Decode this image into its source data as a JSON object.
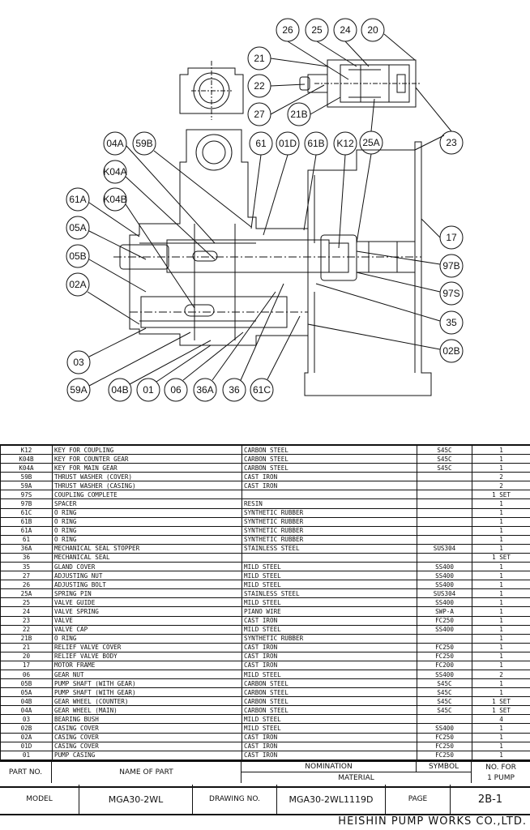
{
  "balloons_top": [
    "26",
    "25",
    "24",
    "20",
    "21",
    "22",
    "27",
    "21B",
    "25A",
    "23"
  ],
  "balloons_main": [
    "04A",
    "59B",
    "K04A",
    "K04B",
    "61A",
    "05A",
    "05B",
    "02A",
    "03",
    "59A",
    "04B",
    "01",
    "06",
    "36A",
    "36",
    "61C",
    "61",
    "01D",
    "61B",
    "K12",
    "25A",
    "23",
    "17",
    "97B",
    "97S",
    "35",
    "02B"
  ],
  "parts": [
    {
      "no": "K12",
      "name": "KEY FOR COUPLING",
      "material": "CARBON STEEL",
      "symbol": "S45C",
      "qty": "1"
    },
    {
      "no": "K04B",
      "name": "KEY FOR COUNTER GEAR",
      "material": "CARBON STEEL",
      "symbol": "S45C",
      "qty": "1"
    },
    {
      "no": "K04A",
      "name": "KEY FOR MAIN GEAR",
      "material": "CARBON STEEL",
      "symbol": "S45C",
      "qty": "1"
    },
    {
      "no": "59B",
      "name": "THRUST WASHER  (COVER)",
      "material": "CAST IRON",
      "symbol": "",
      "qty": "2"
    },
    {
      "no": "59A",
      "name": "THRUST WASHER  (CASING)",
      "material": "CAST IRON",
      "symbol": "",
      "qty": "2"
    },
    {
      "no": "97S",
      "name": "COUPLING COMPLETE",
      "material": "",
      "symbol": "",
      "qty": "1 SET"
    },
    {
      "no": "97B",
      "name": "SPACER",
      "material": "RESIN",
      "symbol": "",
      "qty": "1"
    },
    {
      "no": "61C",
      "name": "O RING",
      "material": "SYNTHETIC RUBBER",
      "symbol": "",
      "qty": "1"
    },
    {
      "no": "61B",
      "name": "O RING",
      "material": "SYNTHETIC RUBBER",
      "symbol": "",
      "qty": "1"
    },
    {
      "no": "61A",
      "name": "O RING",
      "material": "SYNTHETIC RUBBER",
      "symbol": "",
      "qty": "1"
    },
    {
      "no": "61",
      "name": "O RING",
      "material": "SYNTHETIC RUBBER",
      "symbol": "",
      "qty": "1"
    },
    {
      "no": "36A",
      "name": "MECHANICAL SEAL STOPPER",
      "material": "STAINLESS STEEL",
      "symbol": "SUS304",
      "qty": "1"
    },
    {
      "no": "36",
      "name": "MECHANICAL SEAL",
      "material": "",
      "symbol": "",
      "qty": "1 SET"
    },
    {
      "no": "35",
      "name": "GLAND COVER",
      "material": "MILD STEEL",
      "symbol": "SS400",
      "qty": "1"
    },
    {
      "no": "27",
      "name": "ADJUSTING NUT",
      "material": "MILD STEEL",
      "symbol": "SS400",
      "qty": "1"
    },
    {
      "no": "26",
      "name": "ADJUSTING BOLT",
      "material": "MILD STEEL",
      "symbol": "SS400",
      "qty": "1"
    },
    {
      "no": "25A",
      "name": "SPRING PIN",
      "material": "STAINLESS STEEL",
      "symbol": "SUS304",
      "qty": "1"
    },
    {
      "no": "25",
      "name": "VALVE GUIDE",
      "material": "MILD STEEL",
      "symbol": "SS400",
      "qty": "1"
    },
    {
      "no": "24",
      "name": "VALVE SPRING",
      "material": "PIANO WIRE",
      "symbol": "SWP-A",
      "qty": "1"
    },
    {
      "no": "23",
      "name": "VALVE",
      "material": "CAST IRON",
      "symbol": "FC250",
      "qty": "1"
    },
    {
      "no": "22",
      "name": "VALVE CAP",
      "material": "MILD STEEL",
      "symbol": "SS400",
      "qty": "1"
    },
    {
      "no": "21B",
      "name": "O RING",
      "material": "SYNTHETIC RUBBER",
      "symbol": "",
      "qty": "1"
    },
    {
      "no": "21",
      "name": "RELIEF VALVE COVER",
      "material": "CAST IRON",
      "symbol": "FC250",
      "qty": "1"
    },
    {
      "no": "20",
      "name": "RELIEF VALVE BODY",
      "material": "CAST IRON",
      "symbol": "FC250",
      "qty": "1"
    },
    {
      "no": "17",
      "name": "MOTOR FRAME",
      "material": "CAST IRON",
      "symbol": "FC200",
      "qty": "1"
    },
    {
      "no": "06",
      "name": "GEAR NUT",
      "material": "MILD STEEL",
      "symbol": "SS400",
      "qty": "2"
    },
    {
      "no": "05B",
      "name": "PUMP SHAFT (WITH GEAR)",
      "material": "CARBON STEEL",
      "symbol": "S45C",
      "qty": "1"
    },
    {
      "no": "05A",
      "name": "PUMP SHAFT (WITH GEAR)",
      "material": "CARBON STEEL",
      "symbol": "S45C",
      "qty": "1"
    },
    {
      "no": "04B",
      "name": "GEAR WHEEL (COUNTER)",
      "material": "CARBON STEEL",
      "symbol": "S45C",
      "qty": "1 SET"
    },
    {
      "no": "04A",
      "name": "GEAR WHEEL (MAIN)",
      "material": "CARBON STEEL",
      "symbol": "S45C",
      "qty": "1 SET"
    },
    {
      "no": "03",
      "name": "BEARING BUSH",
      "material": "MILD STEEL",
      "symbol": "",
      "qty": "4"
    },
    {
      "no": "02B",
      "name": "CASING COVER",
      "material": "MILD STEEL",
      "symbol": "SS400",
      "qty": "1"
    },
    {
      "no": "02A",
      "name": "CASING COVER",
      "material": "CAST IRON",
      "symbol": "FC250",
      "qty": "1"
    },
    {
      "no": "01D",
      "name": "CASING COVER",
      "material": "CAST IRON",
      "symbol": "FC250",
      "qty": "1"
    },
    {
      "no": "01",
      "name": "PUMP CASING",
      "material": "CAST IRON",
      "symbol": "FC250",
      "qty": "1"
    }
  ],
  "header": {
    "part_no": "PART NO.",
    "name_of_part": "NAME OF PART",
    "nomination": "NOMINATION",
    "material": "MATERIAL",
    "symbol": "SYMBOL",
    "no_for_1": "NO. FOR",
    "no_for_2": "1 PUMP"
  },
  "title_block": {
    "model_label": "MODEL",
    "model_value": "MGA30-2WL",
    "drawing_label": "DRAWING NO.",
    "drawing_value": "MGA30-2WL1119D",
    "page_label": "PAGE",
    "page_value": "2B-1"
  },
  "company": "HEISHIN PUMP WORKS CO.,LTD."
}
